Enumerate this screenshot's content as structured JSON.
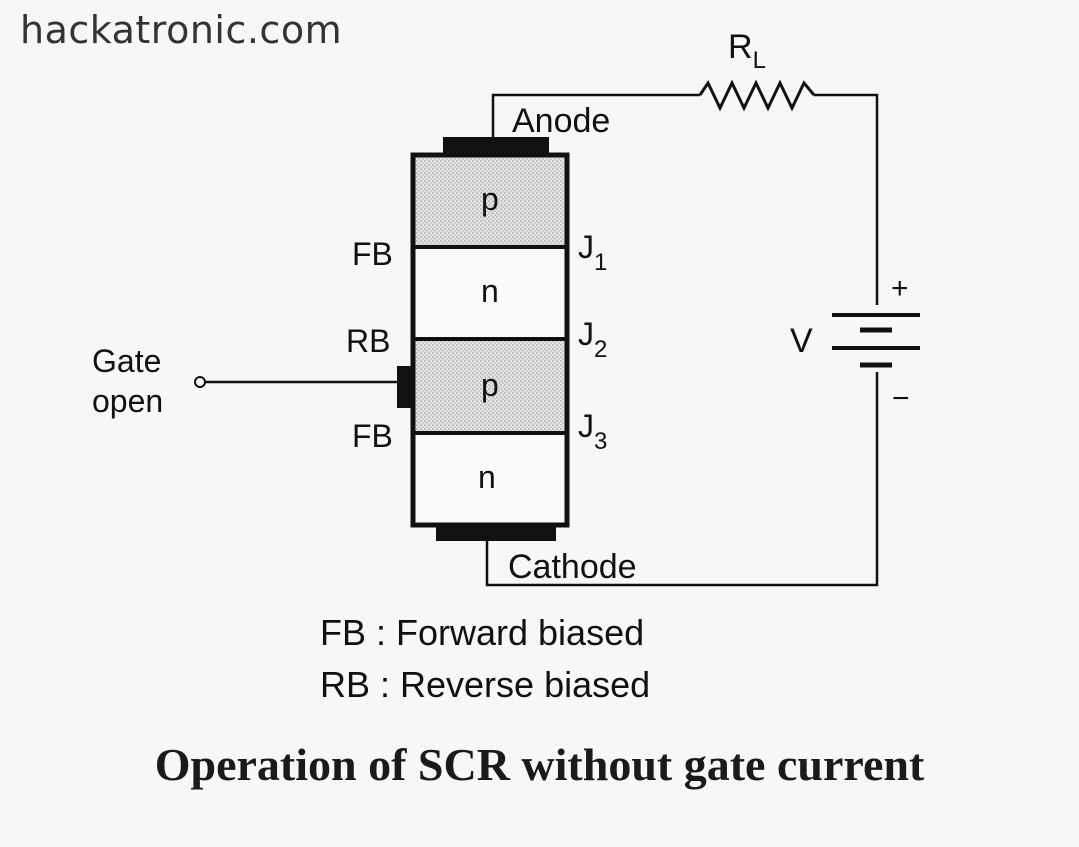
{
  "watermark": "hackatronic.com",
  "diagram": {
    "anode_label": "Anode",
    "cathode_label": "Cathode",
    "resistor_label": "R",
    "resistor_sub": "L",
    "source_label": "V",
    "plus": "+",
    "minus": "−",
    "gate_label_1": "Gate",
    "gate_label_2": "open",
    "layers": [
      "p",
      "n",
      "p",
      "n"
    ],
    "bias": [
      "FB",
      "RB",
      "FB"
    ],
    "junctions": [
      {
        "name": "J",
        "sub": "1"
      },
      {
        "name": "J",
        "sub": "2"
      },
      {
        "name": "J",
        "sub": "3"
      }
    ]
  },
  "legend": {
    "fb": "FB : Forward biased",
    "rb": "RB : Reverse biased"
  },
  "caption": "Operation of SCR without gate current"
}
